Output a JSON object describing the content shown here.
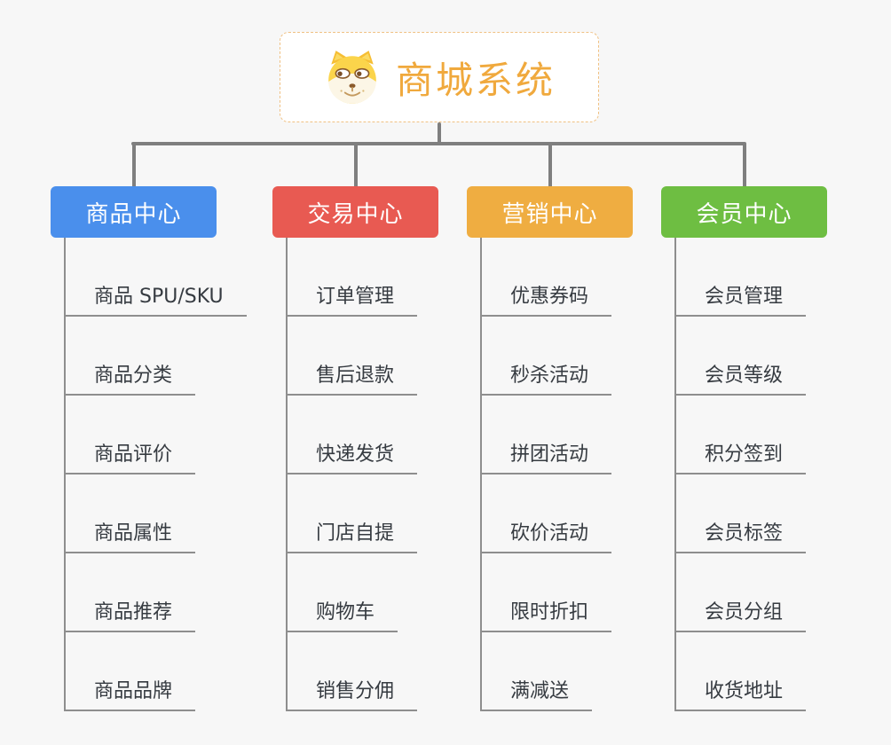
{
  "root": {
    "title": "商城系统",
    "icon": "shiba-dog-icon",
    "title_color": "#F0A93D",
    "border_color": "#F0C183"
  },
  "connector_color": "#7F7F7F",
  "background_color": "#F7F7F7",
  "branches": [
    {
      "label": "商品中心",
      "color": "#4A8FEC",
      "children": [
        "商品 SPU/SKU",
        "商品分类",
        "商品评价",
        "商品属性",
        "商品推荐",
        "商品品牌"
      ]
    },
    {
      "label": "交易中心",
      "color": "#E85A52",
      "children": [
        "订单管理",
        "售后退款",
        "快递发货",
        "门店自提",
        "购物车",
        "销售分佣"
      ]
    },
    {
      "label": "营销中心",
      "color": "#EFAD41",
      "children": [
        "优惠券码",
        "秒杀活动",
        "拼团活动",
        "砍价活动",
        "限时折扣",
        "满减送"
      ]
    },
    {
      "label": "会员中心",
      "color": "#6EBE42",
      "children": [
        "会员管理",
        "会员等级",
        "积分签到",
        "会员标签",
        "会员分组",
        "收货地址"
      ]
    }
  ]
}
